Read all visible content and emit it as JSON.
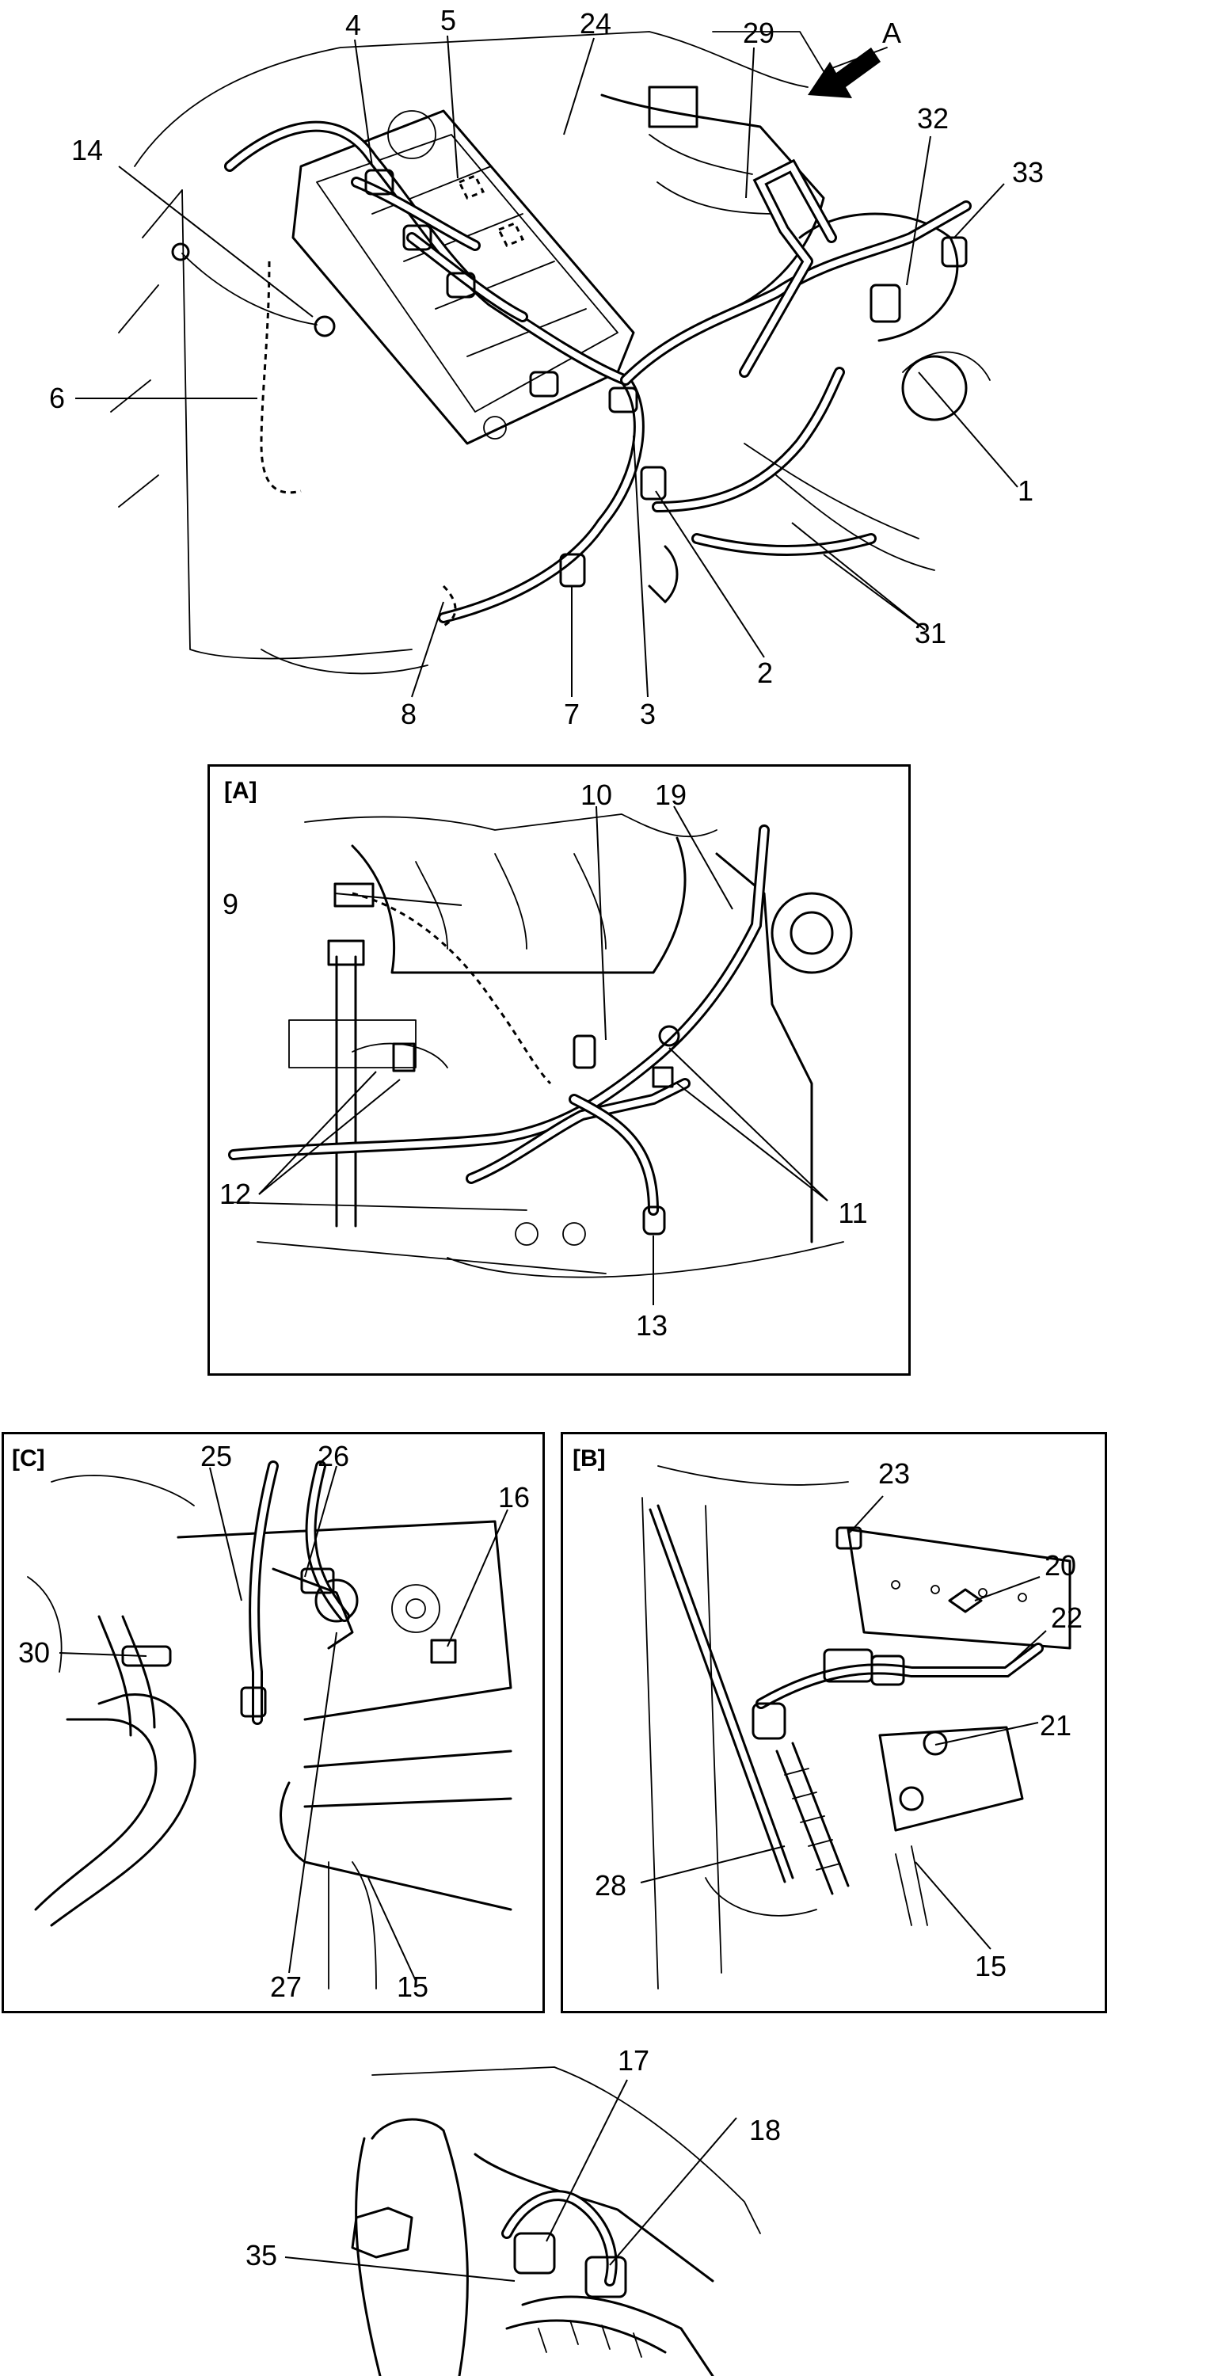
{
  "view_marker": "A",
  "main_view": {
    "callouts": [
      "4",
      "5",
      "24",
      "29",
      "A",
      "14",
      "32",
      "33",
      "6",
      "1",
      "31",
      "2",
      "8",
      "7",
      "3"
    ]
  },
  "detail_a": {
    "title": "[A]",
    "callouts": [
      "10",
      "19",
      "9",
      "12",
      "11",
      "13"
    ]
  },
  "detail_c": {
    "title": "[C]",
    "callouts": [
      "25",
      "26",
      "16",
      "30",
      "27",
      "15"
    ]
  },
  "detail_b": {
    "title": "[B]",
    "callouts": [
      "23",
      "20",
      "22",
      "21",
      "28",
      "15"
    ]
  },
  "bottom_view": {
    "callouts": [
      "17",
      "18",
      "35"
    ]
  }
}
